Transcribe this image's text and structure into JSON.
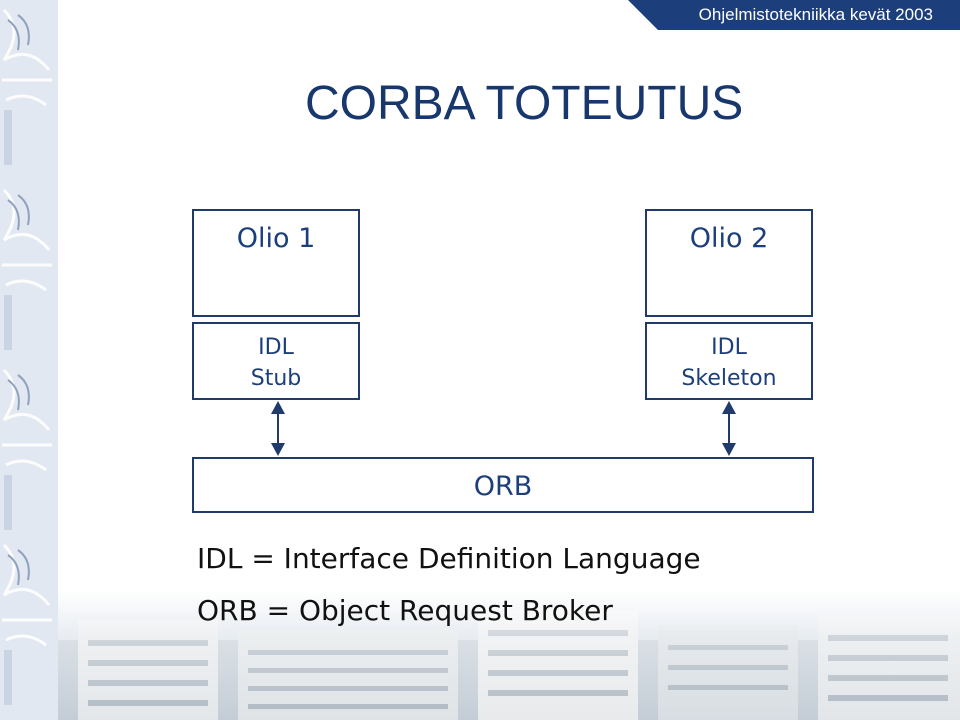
{
  "header": {
    "course": "Ohjelmistotekniikka kevät 2003"
  },
  "title": "CORBA TOTEUTUS",
  "diagram": {
    "object1": "Olio 1",
    "object2": "Olio 2",
    "stub": {
      "line1": "IDL",
      "line2": "Stub"
    },
    "skeleton": {
      "line1": "IDL",
      "line2": "Skeleton"
    },
    "orb": "ORB"
  },
  "legend": {
    "idl": "IDL = Interface Definition Language",
    "orb": "ORB = Object Request Broker"
  },
  "colors": {
    "header_bg": "#1c3f7c",
    "title": "#18376d",
    "box_border": "#1f3a6b",
    "box_text": "#1c3f7c"
  }
}
